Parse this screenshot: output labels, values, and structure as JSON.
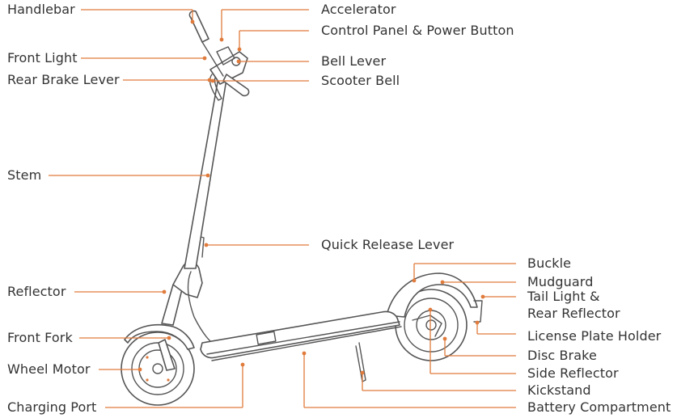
{
  "labels": {
    "handlebar": "Handlebar",
    "front_light": "Front Light",
    "rear_brake_lever": "Rear Brake Lever",
    "stem": "Stem",
    "reflector": "Reflector",
    "front_fork": "Front Fork",
    "wheel_motor": "Wheel Motor",
    "charging_port": "Charging Port",
    "accelerator": "Accelerator",
    "control_panel": "Control Panel & Power Button",
    "bell_lever": "Bell Lever",
    "scooter_bell": "Scooter Bell",
    "quick_release_lever": "Quick Release Lever",
    "buckle": "Buckle",
    "mudguard": "Mudguard",
    "tail_light_line1": "Tail Light &",
    "tail_light_line2": "Rear Reflector",
    "license_plate_holder": "License Plate Holder",
    "disc_brake": "Disc Brake",
    "side_reflector": "Side Reflector",
    "kickstand": "Kickstand",
    "battery_compartment": "Battery Compartment"
  },
  "colors": {
    "leader_line": "#e07b3c",
    "outline": "#555555",
    "text": "#333333"
  }
}
